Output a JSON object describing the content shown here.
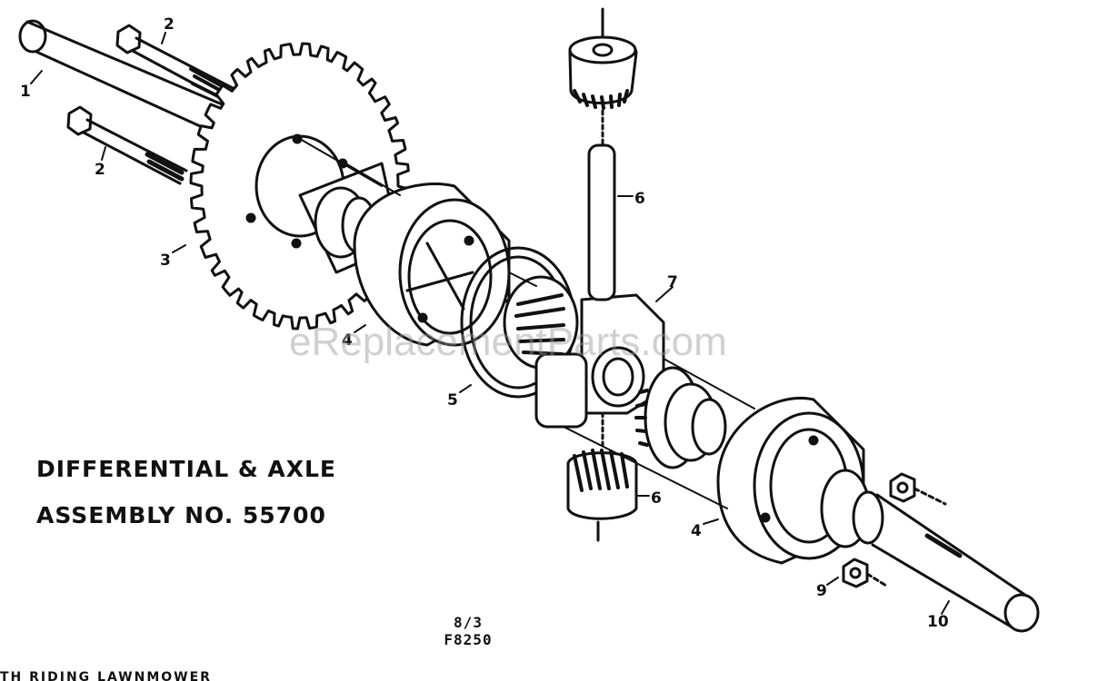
{
  "title": {
    "line1": "DIFFERENTIAL & AXLE",
    "line2": "ASSEMBLY NO. 55700"
  },
  "sheet_code": "8/3",
  "drawing_code": "F8250",
  "footer_text": "TH RIDING LAWNMOWER",
  "watermark": "eReplacementParts.com",
  "callouts": [
    "1",
    "2",
    "2",
    "3",
    "4",
    "4",
    "5",
    "6",
    "6",
    "7",
    "9",
    "10"
  ],
  "colors": {
    "ink": "#111111",
    "background": "#ffffff",
    "watermark": "#969696"
  }
}
